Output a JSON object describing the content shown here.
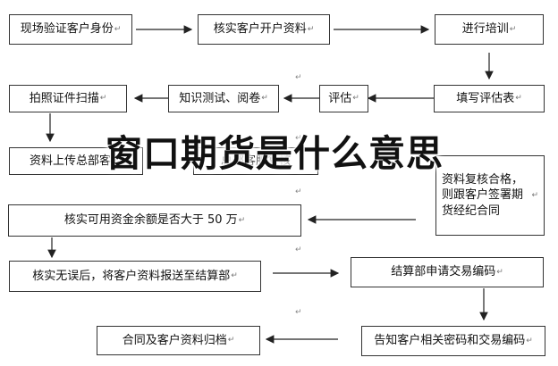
{
  "overlay_title": "窗口期货是什么意思",
  "paragraph_mark": "↵",
  "steps": {
    "verify_identity": "现场验证客户身份",
    "check_account_info": "核实客户开户资料",
    "training": "进行培训",
    "photo_scan": "拍照证件扫描",
    "knowledge_test": "知识测试、阅卷",
    "evaluation": "评估",
    "fill_form": "填写评估表",
    "upload_docs": "资料上传总部客户",
    "hq_review": "总部客服复核",
    "review_sign": "资料复核合格，则跟客户签署期货经纪合同",
    "check_funds": "核实可用资金余额是否大于 50 万",
    "submit_settlement": "核实无误后，将客户资料报送至结算部",
    "apply_code": "结算部申请交易编码",
    "archive": "合同及客户资料归档",
    "notify_code": "告知客户相关密码和交易编码"
  },
  "colors": {
    "border": "#333333",
    "arrow": "#222222",
    "text": "#111111"
  }
}
